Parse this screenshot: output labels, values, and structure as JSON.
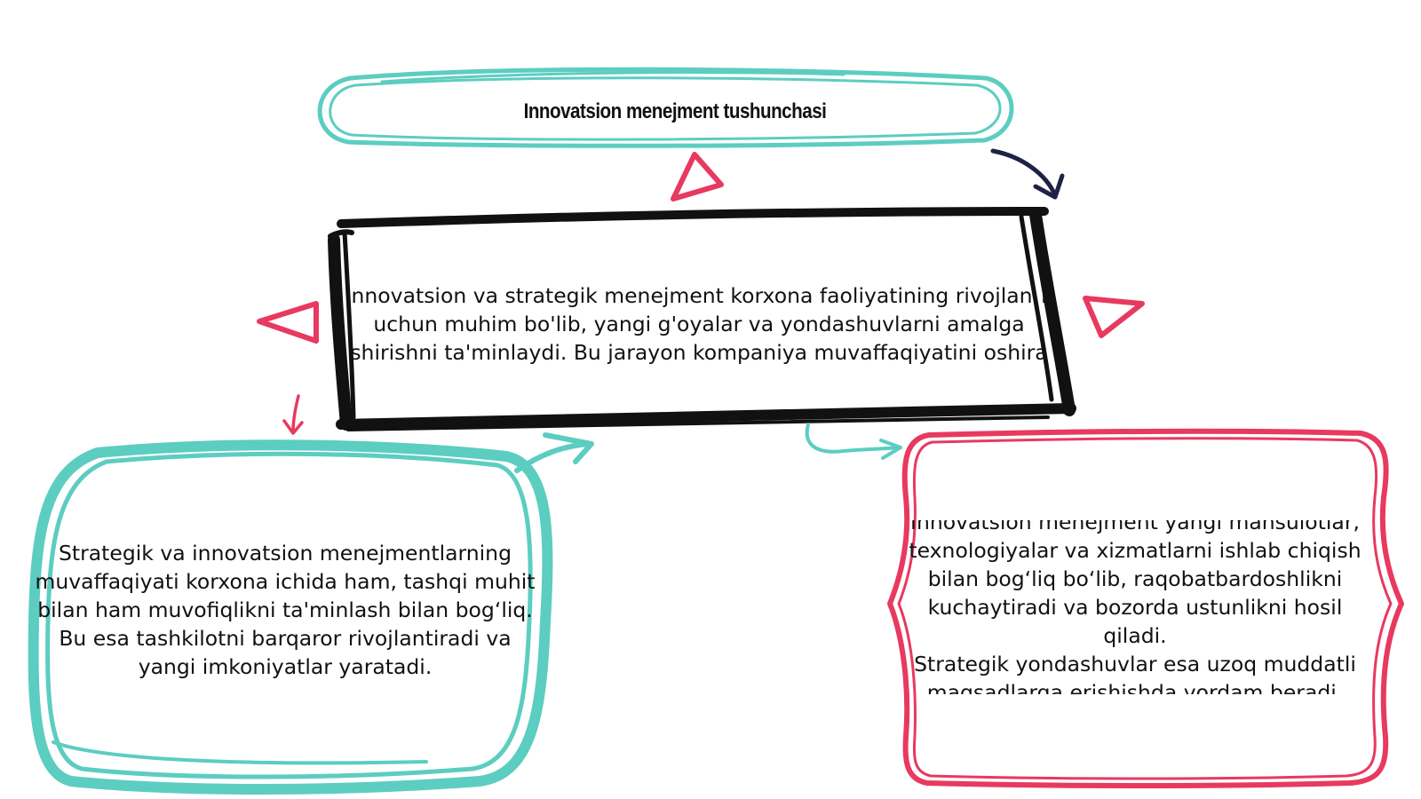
{
  "diagram": {
    "title": "Innovatsion menejment tushunchasi",
    "center_box": {
      "lines": [
        "nnovatsion va strategik menejment korxona faoliyatining rivojlan  i",
        "uchun muhim bo'lib, yangi g'oyalar va yondashuvlarni amalga",
        "shirishni ta'minlaydi. Bu jarayon kompaniya muvaffaqiyatini oshira"
      ]
    },
    "left_box": {
      "lines": [
        "Strategik va innovatsion menejmentlarning",
        "muvaffaqiyati korxona ichida ham, tashqi muhit",
        "bilan ham muvofiqlikni ta'minlash bilan bog‘liq.",
        "Bu esa tashkilotni barqaror rivojlantiradi va",
        "yangi imkoniyatlar yaratadi."
      ]
    },
    "right_box": {
      "lines": [
        "Innovatsion menejment yangi mahsulotlar,",
        "texnologiyalar va xizmatlarni ishlab chiqish",
        "bilan bog‘liq bo‘lib, raqobatbardoshlikni",
        "kuchaytiradi va bozorda ustunlikni hosil qiladi.",
        "Strategik yondashuvlar esa uzoq muddatli",
        "maqsadlarga erishishda yordam beradi."
      ]
    },
    "colors": {
      "teal": "#5ccdc1",
      "pink": "#e8395f",
      "black": "#111111",
      "navy": "#1f2147"
    }
  }
}
